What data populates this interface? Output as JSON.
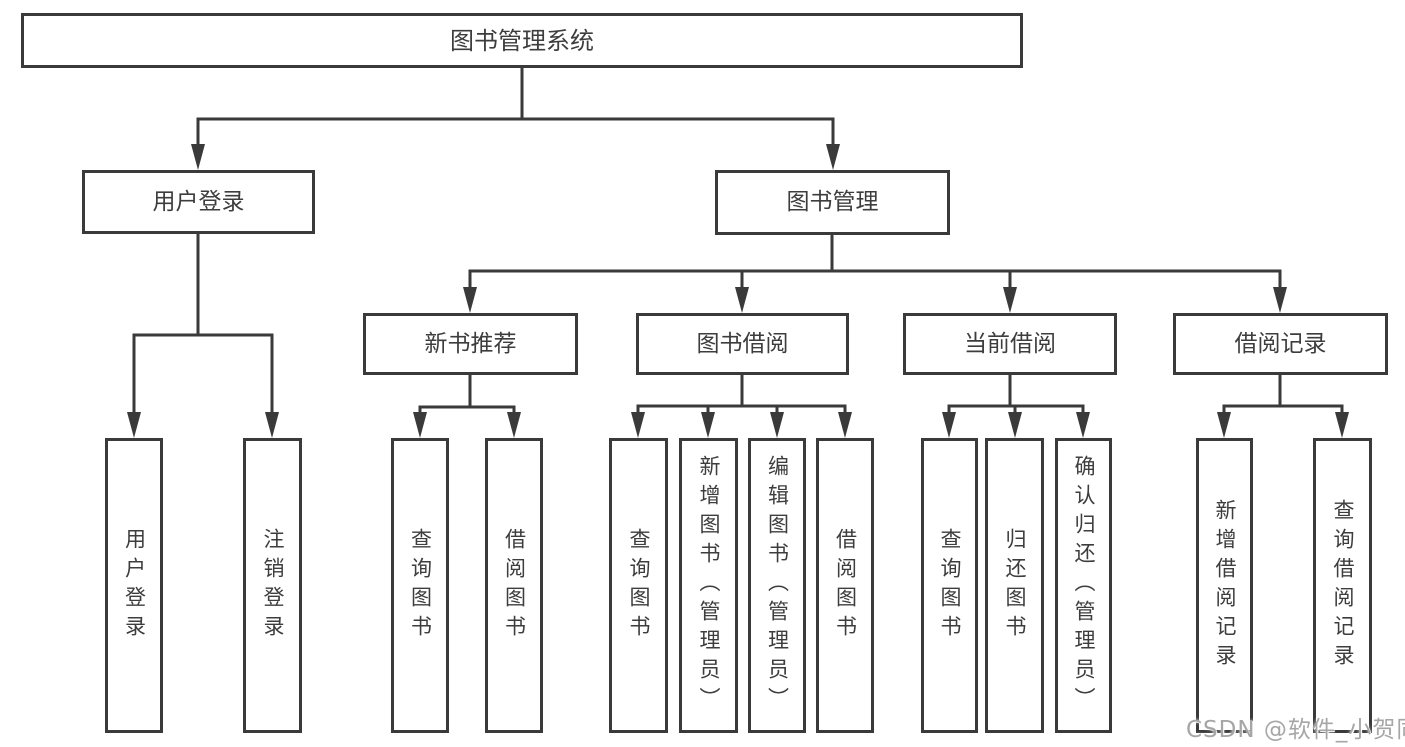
{
  "diagram": {
    "title_node": {
      "label": "图书管理系统"
    },
    "level2": [
      {
        "id": "user-login",
        "label": "用户登录"
      },
      {
        "id": "book-management",
        "label": "图书管理"
      }
    ],
    "level3": [
      {
        "id": "new-book-recommend",
        "label": "新书推荐"
      },
      {
        "id": "book-borrow",
        "label": "图书借阅"
      },
      {
        "id": "current-borrow",
        "label": "当前借阅"
      },
      {
        "id": "borrow-records",
        "label": "借阅记录"
      }
    ],
    "leaves": {
      "login": [
        "用户登录",
        "注销登录"
      ],
      "newbook": [
        "查询图书",
        "借阅图书"
      ],
      "borrow": [
        "查询图书",
        "新增图书（管理员）",
        "编辑图书（管理员）",
        "借阅图书"
      ],
      "current": [
        "查询图书",
        "归还图书",
        "确认归还（管理员）"
      ],
      "records": [
        "新增借阅记录",
        "查询借阅记录"
      ]
    }
  },
  "watermark": "CSDN @软件_小贺同学",
  "colors": {
    "line": "#3a3a3a",
    "text": "#3d3d3d",
    "background": "#ffffff",
    "watermark": "#a6a6a6"
  }
}
